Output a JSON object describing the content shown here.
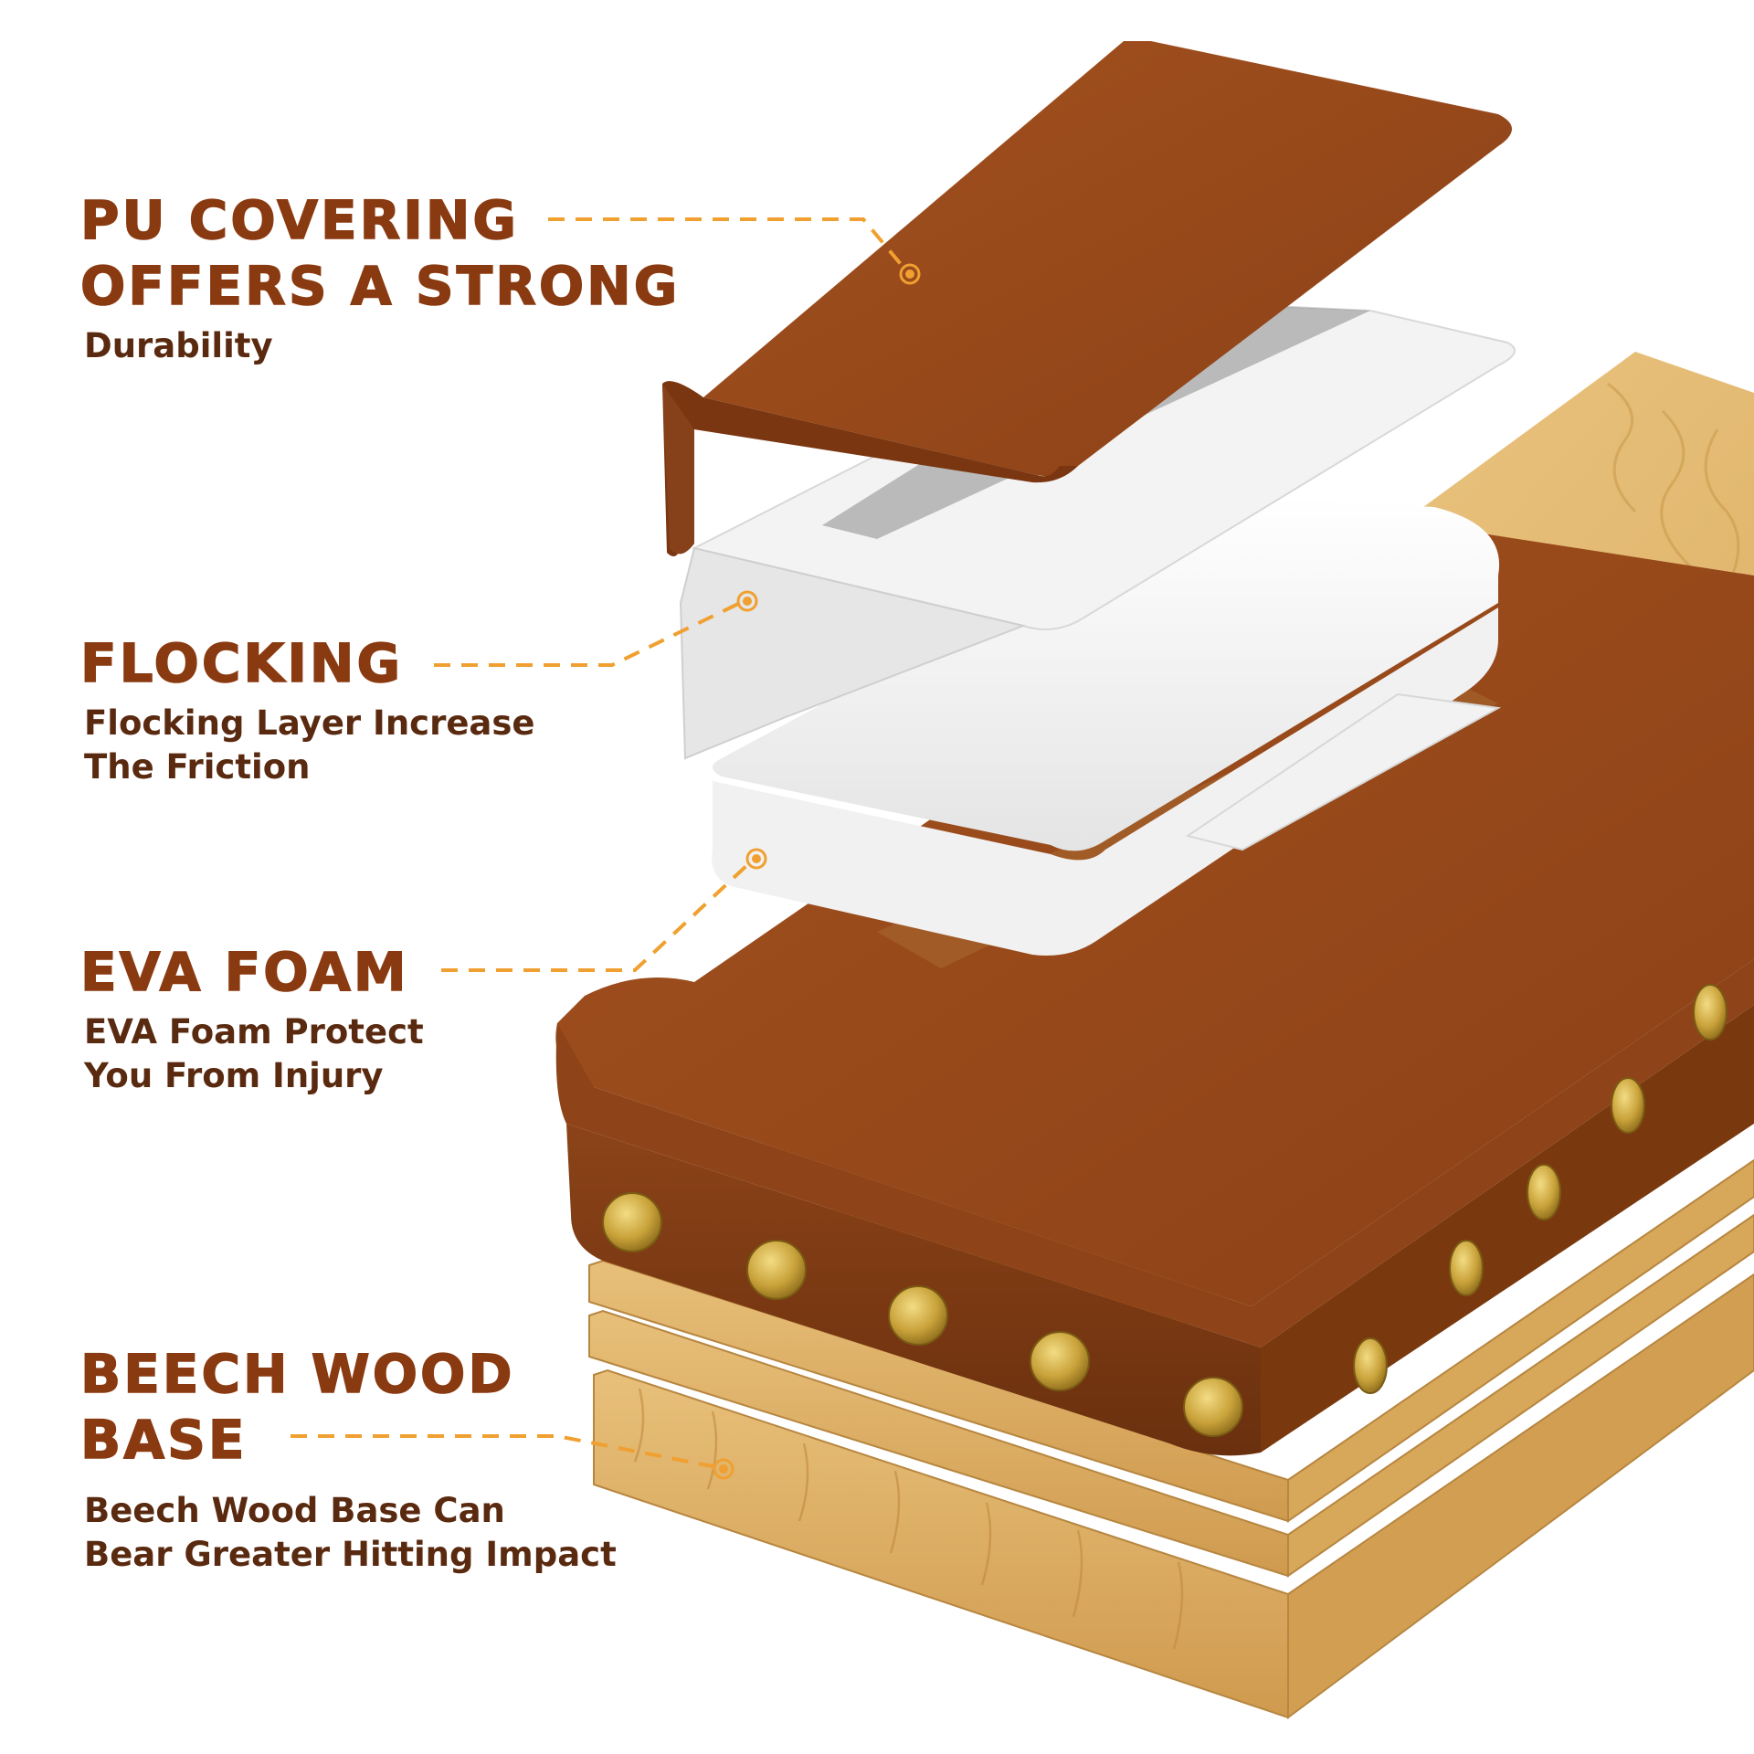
{
  "callouts": [
    {
      "title_lines": [
        "PU COVERING",
        "OFFERS A STRONG"
      ],
      "desc_lines": [
        "Durability"
      ]
    },
    {
      "title_lines": [
        "FLOCKING"
      ],
      "desc_lines": [
        "Flocking Layer Increase",
        "The Friction"
      ]
    },
    {
      "title_lines": [
        "EVA FOAM"
      ],
      "desc_lines": [
        "EVA Foam Protect",
        "You From Injury"
      ]
    },
    {
      "title_lines": [
        "BEECH WOOD",
        "BASE"
      ],
      "desc_lines": [
        "Beech Wood Base Can",
        "Bear Greater Hitting Impact"
      ]
    }
  ],
  "colors": {
    "title": "#8a3a10",
    "desc": "#5a2a10",
    "leader": "#f0a030",
    "leather": "#96481c",
    "leather_dark": "#6e3210",
    "wood": "#e6be78",
    "wood_dark": "#c99a52",
    "foam": "#f4f4f4",
    "rivet": "#c9a23a"
  },
  "icons": [
    "callout-dot-icon",
    "rivet-icon"
  ]
}
